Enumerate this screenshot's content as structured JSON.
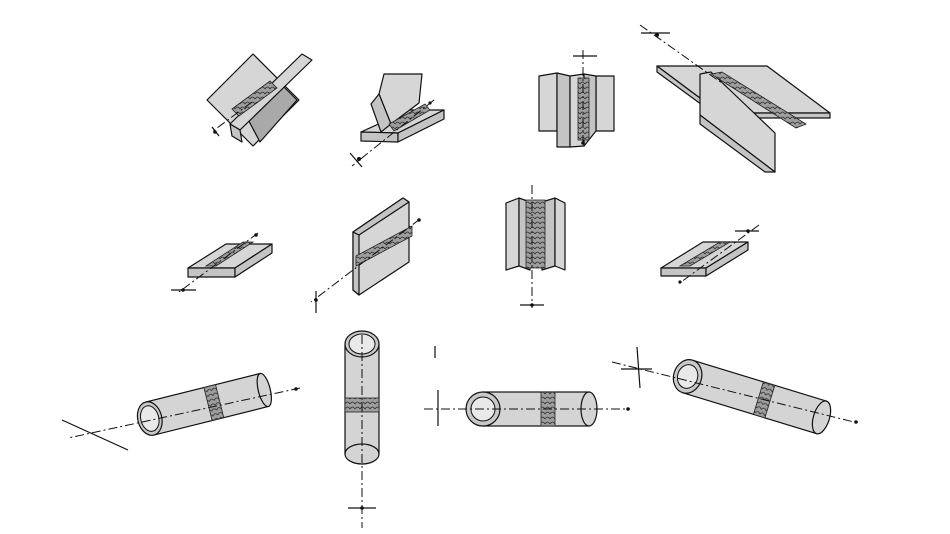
{
  "figure": {
    "rows": [
      {
        "row": "plate-fillet",
        "items": [
          "fillet-weld-tilted-joint",
          "fillet-weld-t-joint-flat",
          "fillet-weld-vertical-joint",
          "fillet-weld-overhead-joint"
        ]
      },
      {
        "row": "plate-groove",
        "items": [
          "groove-weld-flat",
          "groove-weld-horizontal",
          "groove-weld-vertical",
          "groove-weld-overhead"
        ]
      },
      {
        "row": "pipe-groove",
        "items": [
          "pipe-weld-inclined",
          "pipe-weld-vertical-axis",
          "pipe-weld-horizontal-axis",
          "pipe-weld-inclined-axis"
        ]
      }
    ],
    "colors": {
      "plate_light": "#d6d6d6",
      "plate_mid": "#c4c4c4",
      "plate_dark": "#a9a9a9",
      "weld_bead": "#9a9a9a",
      "outline": "#111111",
      "background": "#ffffff"
    }
  }
}
